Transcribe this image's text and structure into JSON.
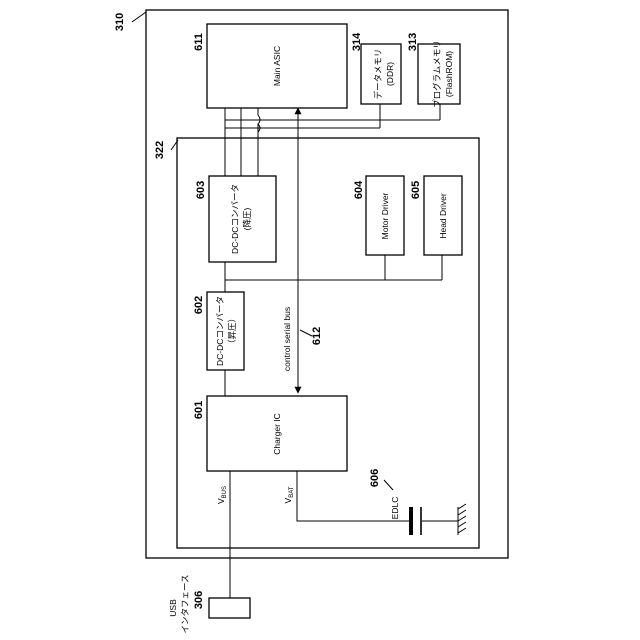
{
  "refs": {
    "device": "310",
    "board": "322",
    "main_asic": "611",
    "data_memory": "314",
    "program_memory": "313",
    "dcdc_step_down": "603",
    "dcdc_step_up": "602",
    "charger_ic": "601",
    "motor_driver": "604",
    "head_driver": "605",
    "control_bus": "612",
    "edlc": "606",
    "usb": "306"
  },
  "labels": {
    "main_asic": "Main ASIC",
    "data_memory_1": "データメモリ",
    "data_memory_2": "(DDR)",
    "program_memory_1": "プログラムメモリ",
    "program_memory_2": "(FlashROM)",
    "dcdc_step_down_1": "DC-DCコンバータ",
    "dcdc_step_down_2": "(降圧)",
    "dcdc_step_up_1": "DC-DCコンバータ",
    "dcdc_step_up_2": "（昇圧）",
    "charger_ic": "Charger IC",
    "motor_driver": "Motor Driver",
    "head_driver": "Head Driver",
    "control_bus": "control serial bus",
    "vbus_main": "V",
    "vbus_sub": "BUS",
    "vbat_main": "V",
    "vbat_sub": "BAT",
    "edlc": "EDLC",
    "usb_1": "USB",
    "usb_2": "インタフェース"
  }
}
